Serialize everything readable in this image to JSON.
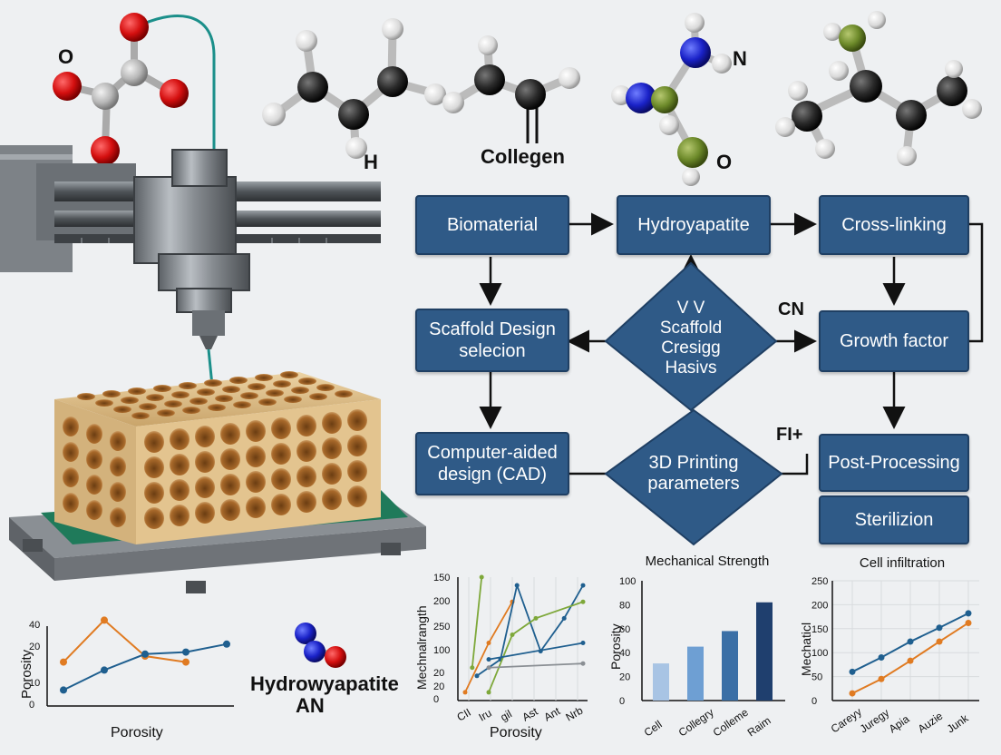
{
  "molecules": {
    "o_label": "O",
    "h_label": "H",
    "collagen_label": "Collegen",
    "n_label": "N",
    "o2_label": "O"
  },
  "flow": {
    "biomaterial": "Biomaterial",
    "hydroxyapatite": "Hydroyapatite",
    "cross_linking": "Cross-linking",
    "scaffold_selection": [
      "Scaffold Design",
      "selecion"
    ],
    "diamond_center": [
      "V V",
      "Scaffold",
      "Cresigg",
      "Hasivs"
    ],
    "cn_label": "CN",
    "growth_factor": "Growth factor",
    "cad": [
      "Computer-aided",
      "design (CAD)"
    ],
    "printing": [
      "3D Printing",
      "parameters"
    ],
    "fi_label": "FI+",
    "post_processing": "Post-Processing",
    "sterilization": "Sterilizion"
  },
  "hydro_label": [
    "Hydrowyapatite",
    "AN"
  ],
  "colors": {
    "box": "#2f5a87",
    "box_border": "#1f3f63",
    "orange": "#e07b22",
    "blue": "#1f5f8f",
    "green": "#7ea83a",
    "bar_light": "#a8c4e4",
    "bar_mid": "#6e9fd3",
    "bar_dark": "#3a6fa6",
    "bar_darkest": "#1f3f6e"
  },
  "chart_data": [
    {
      "type": "line",
      "title": "",
      "ylabel": "Porosity",
      "xlabel": "Porosity",
      "ylim": [
        0,
        40
      ],
      "yticks": [
        "40",
        "20",
        "10",
        "0"
      ],
      "series": [
        {
          "color": "orange",
          "x": [
            0,
            1,
            2,
            3
          ],
          "values": [
            22,
            43,
            25,
            22
          ]
        },
        {
          "color": "blue",
          "x": [
            0,
            1,
            2,
            3,
            4
          ],
          "values": [
            8,
            18,
            26,
            27,
            31
          ]
        }
      ]
    },
    {
      "type": "line",
      "title": "",
      "ylabel": "Mechnalrangth",
      "xlabel": "Porosity",
      "ylim": [
        0,
        150
      ],
      "yticks": [
        "150",
        "200",
        "250",
        "100",
        "20",
        "20",
        "0"
      ],
      "categories": [
        "CII",
        "Iru",
        "gil",
        "Ast",
        "Ant",
        "Nrb"
      ],
      "series": [
        {
          "color": "orange",
          "x": [
            0,
            1,
            2
          ],
          "values": [
            10,
            70,
            120
          ]
        },
        {
          "color": "green",
          "x": [
            0.3,
            0.7
          ],
          "values": [
            40,
            150
          ]
        },
        {
          "color": "blue",
          "x": [
            0.5,
            1.5,
            2.2,
            3.2,
            4.2,
            5
          ],
          "values": [
            30,
            50,
            140,
            60,
            100,
            140
          ]
        },
        {
          "color": "green",
          "x": [
            1,
            2,
            3,
            5
          ],
          "values": [
            10,
            80,
            100,
            120
          ]
        },
        {
          "color": "blue",
          "x": [
            1,
            5
          ],
          "values": [
            50,
            70
          ]
        },
        {
          "color": "gray",
          "x": [
            1,
            5
          ],
          "values": [
            40,
            45
          ]
        }
      ]
    },
    {
      "type": "bar",
      "title": "Mechanical Strength",
      "ylabel": "Porosity",
      "xlabel": "",
      "ylim": [
        0,
        100
      ],
      "yticks": [
        "100",
        "80",
        "60",
        "40",
        "20",
        "0"
      ],
      "categories": [
        "Cell",
        "Collegry",
        "Colleme",
        "Raim"
      ],
      "values": [
        31,
        45,
        58,
        82
      ],
      "bar_colors": [
        "bar_light",
        "bar_mid",
        "bar_dark",
        "bar_darkest"
      ]
    },
    {
      "type": "line",
      "title": "Cell infiltration",
      "ylabel": "Mechaticl",
      "xlabel": "",
      "ylim": [
        0,
        250
      ],
      "yticks": [
        "250",
        "200",
        "150",
        "100",
        "50",
        "0"
      ],
      "categories": [
        "Careyy",
        "Juregy",
        "Apia",
        "Auzie",
        "Junk"
      ],
      "series": [
        {
          "color": "blue",
          "values": [
            60,
            90,
            123,
            152,
            182
          ]
        },
        {
          "color": "orange",
          "values": [
            15,
            45,
            83,
            123,
            162
          ]
        }
      ]
    }
  ]
}
